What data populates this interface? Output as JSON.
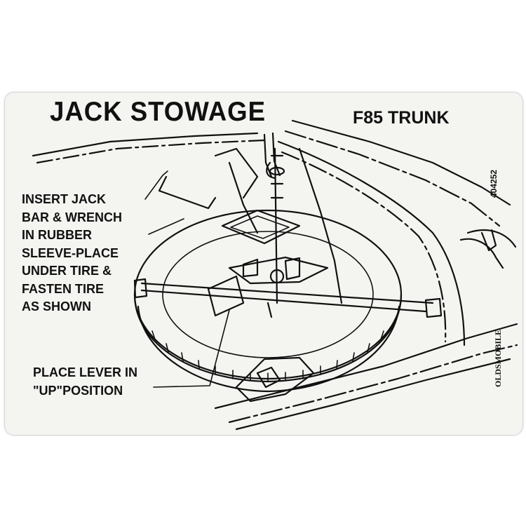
{
  "decal": {
    "title": "JACK STOWAGE",
    "model": "F85 TRUNK",
    "instructions": "INSERT JACK\nBAR & WRENCH\nIN RUBBER\nSLEEVE-PLACE\nUNDER TIRE &\nFASTEN TIRE\nAS SHOWN",
    "lever_note": "PLACE LEVER IN\n\"UP\"POSITION",
    "part_number": "404252",
    "maker": "OLDSMOBILE",
    "ink_color": "#111111",
    "paper_color": "#f4f4f1"
  }
}
